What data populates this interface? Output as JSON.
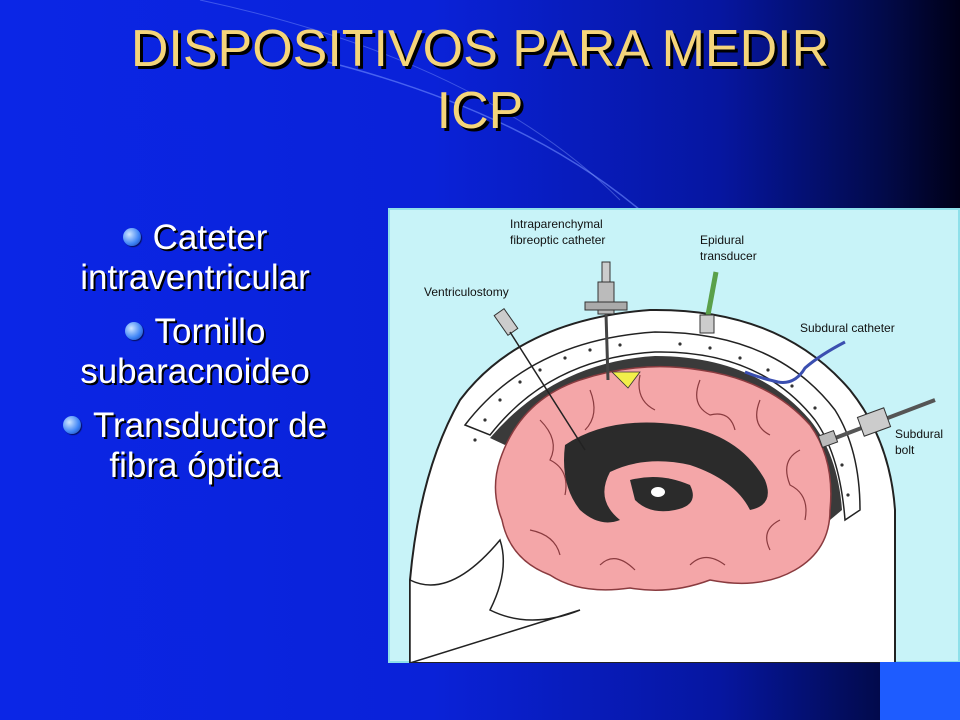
{
  "slide": {
    "title_line1": "DISPOSITIVOS PARA MEDIR",
    "title_line2": "ICP",
    "bullets": [
      {
        "line1": "Cateter",
        "line2": "intraventricular"
      },
      {
        "line1": "Tornillo",
        "line2": "subaracnoideo"
      },
      {
        "line1": "Transductor de",
        "line2": "fibra óptica"
      }
    ]
  },
  "diagram": {
    "labels": {
      "intraparenchymal_1": "Intraparenchymal",
      "intraparenchymal_2": "fibreoptic catheter",
      "epidural_1": "Epidural",
      "epidural_2": "transducer",
      "ventriculostomy": "Ventriculostomy",
      "subdural_catheter": "Subdural catheter",
      "subdural_bolt_1": "Subdural",
      "subdural_bolt_2": "bolt"
    },
    "colors": {
      "brain": "#f4a6a8",
      "ventricle": "#2b2b2b",
      "skull": "#ffffff",
      "background": "#c8f3f8"
    }
  }
}
